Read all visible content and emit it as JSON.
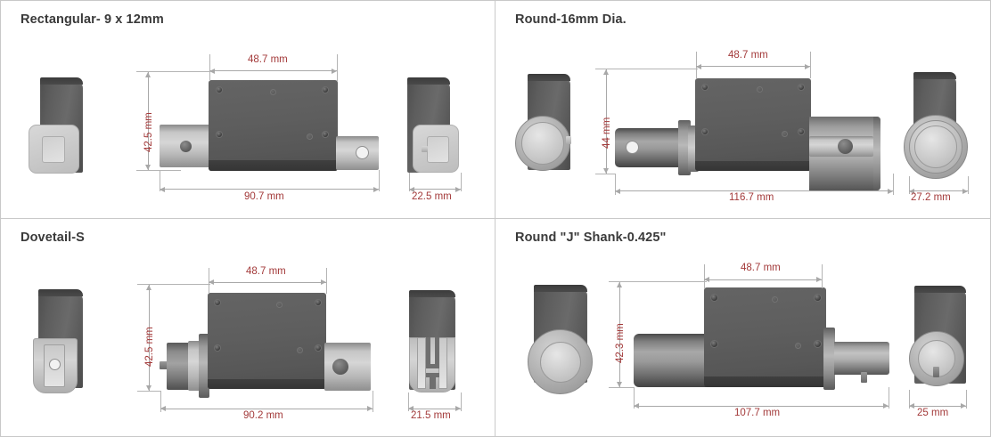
{
  "document": {
    "kind": "product-dimension-sheet",
    "units": "mm",
    "dimension_text_color": "#a33a3a",
    "title_color": "#3a3a3a"
  },
  "panels": [
    {
      "id": "rectangular",
      "title": "Rectangular- 9 x 12mm",
      "views": [
        "left-end-view",
        "side-view",
        "right-end-view"
      ],
      "dimensions": {
        "body_length": "48.7 mm",
        "height": "42.5 mm",
        "overall_length": "90.7 mm",
        "width": "22.5 mm"
      }
    },
    {
      "id": "round-16mm",
      "title": "Round-16mm Dia.",
      "views": [
        "left-end-view",
        "side-view",
        "right-end-view"
      ],
      "dimensions": {
        "body_length": "48.7 mm",
        "height": "44  mm",
        "overall_length": "116.7 mm",
        "width": "27.2 mm"
      }
    },
    {
      "id": "dovetail-s",
      "title": "Dovetail-S",
      "views": [
        "left-end-view",
        "side-view",
        "right-end-view"
      ],
      "dimensions": {
        "body_length": "48.7 mm",
        "height": "42.5 mm",
        "overall_length": "90.2 mm",
        "width": "21.5 mm"
      }
    },
    {
      "id": "round-j-shank",
      "title": "Round \"J\" Shank-0.425\"",
      "views": [
        "left-end-view",
        "side-view",
        "right-end-view"
      ],
      "dimensions": {
        "body_length": "48.7 mm",
        "height": "42.3 mm",
        "overall_length": "107.7 mm",
        "width": "25 mm"
      }
    }
  ]
}
